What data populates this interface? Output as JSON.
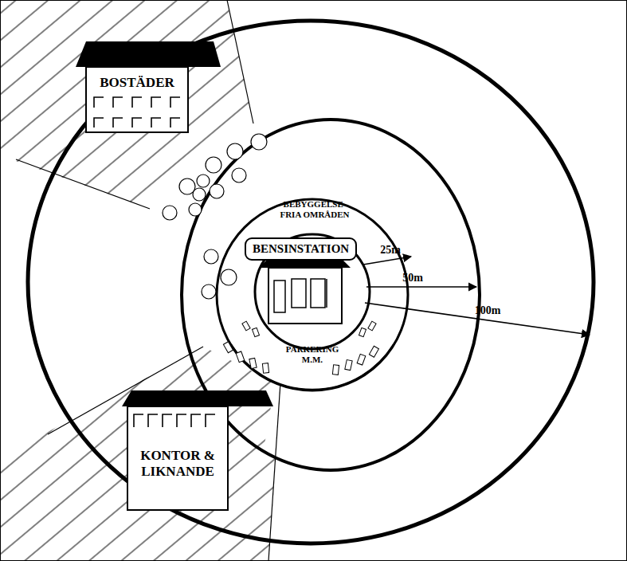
{
  "diagram": {
    "nodes": [
      {
        "text": [
          "BOSTÄDER"
        ]
      },
      {
        "text": [
          "BENSINSTATION"
        ]
      },
      {
        "text": [
          "PARKERING M.M."
        ]
      },
      {
        "text": [
          "KONTOR & LIKNANDE"
        ]
      }
    ],
    "labels": [
      "BEBYGGELSE- FRIA OMRÅDEN",
      "25m",
      "50m",
      "100m"
    ]
  }
}
